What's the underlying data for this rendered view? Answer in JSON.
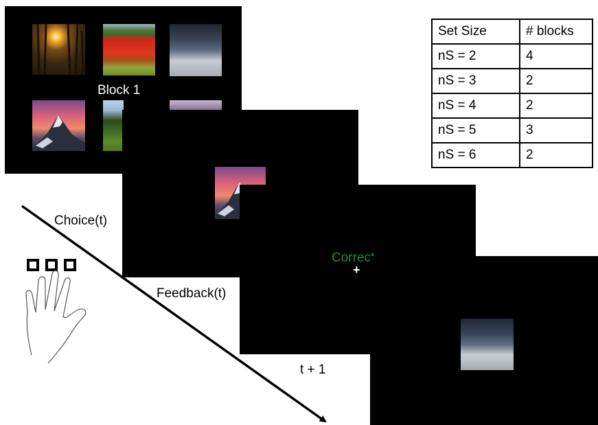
{
  "diagram": {
    "block_label": "Block 1",
    "choice_label": "Choice(t)",
    "feedback_label": "Feedback(t)",
    "next_label": "t + 1",
    "feedback_text": "Correct",
    "fixation": "+",
    "feedback_color": "#1f8a3a"
  },
  "table": {
    "headers": [
      "Set Size",
      "# blocks"
    ],
    "rows": [
      [
        "nS = 2",
        "4"
      ],
      [
        "nS = 3",
        "2"
      ],
      [
        "nS = 4",
        "2"
      ],
      [
        "nS = 5",
        "3"
      ],
      [
        "nS = 6",
        "2"
      ]
    ]
  },
  "images": [
    "forest-sunset",
    "poppy-field",
    "stormy-sea",
    "mountain-sunset",
    "lake-trees",
    "dusk-sky"
  ],
  "icons": [
    "key-square-icon",
    "hand-icon",
    "time-arrow-icon"
  ]
}
